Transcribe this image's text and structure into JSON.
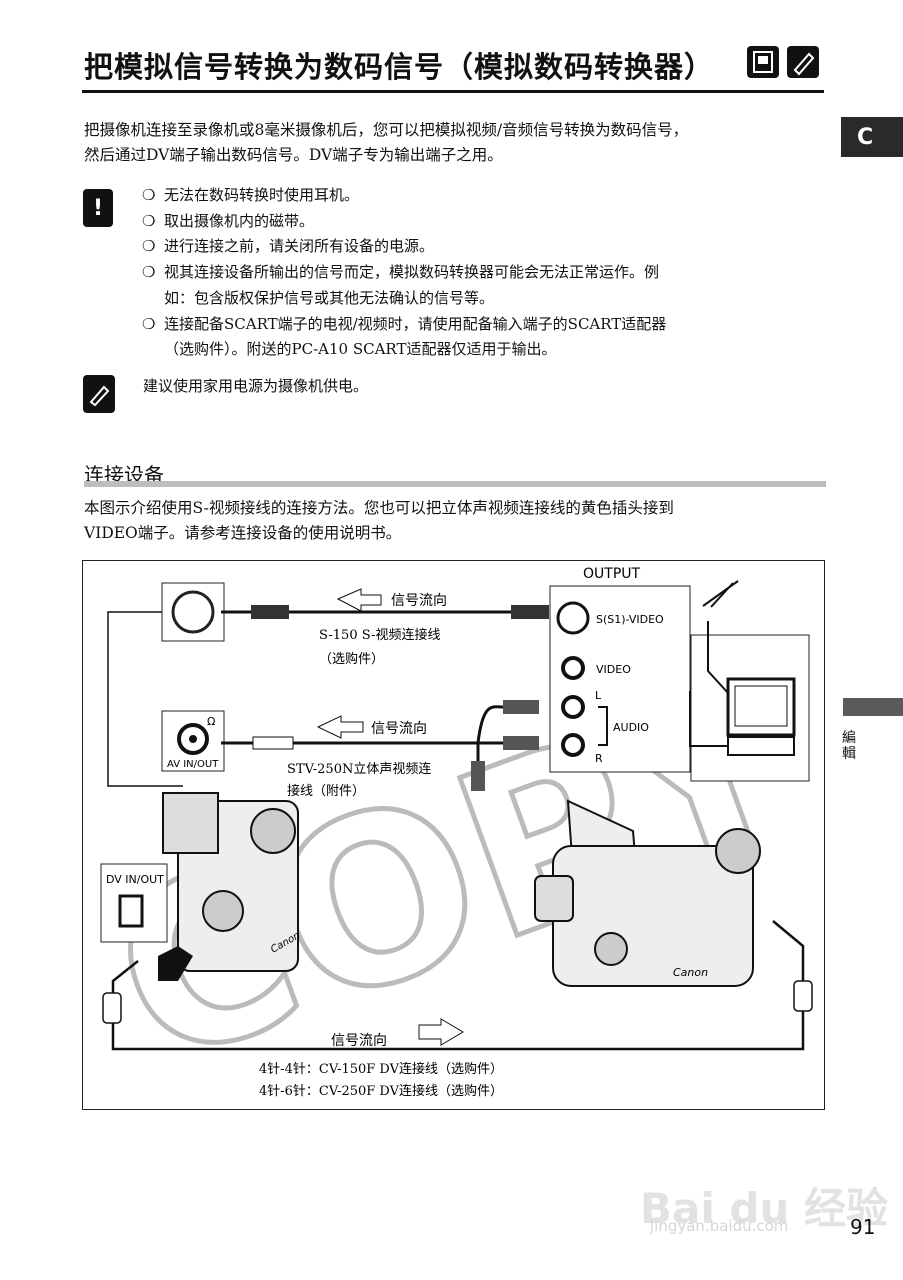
{
  "page": {
    "title": "把模拟信号转换为数码信号（模拟数码转换器）",
    "side_tab": "C",
    "side_vertical": "編輯",
    "intro": [
      "把摄像机连接至录像机或8毫米摄像机后，您可以把模拟视频/音频信号转换为数码信号，",
      "然后通过DV端子输出数码信号。DV端子专为输出端子之用。"
    ],
    "cautions": [
      "无法在数码转换时使用耳机。",
      "取出摄像机内的磁带。",
      "进行连接之前，请关闭所有设备的电源。",
      "视其连接设备所输出的信号而定，模拟数码转换器可能会无法正常运作。例",
      "如：包含版权保护信号或其他无法确认的信号等。",
      "连接配备SCART端子的电视/视频时，请使用配备输入端子的SCART适配器",
      "（选购件）。附送的PC-A10 SCART适配器仅适用于输出。"
    ],
    "note": "建议使用家用电源为摄像机供电。",
    "section_title": "连接设备",
    "section_text": [
      "本图示介绍使用S-视频接线的连接方法。您也可以把立体声视频连接线的黄色插头接到",
      "VIDEO端子。请参考连接设备的使用说明书。"
    ],
    "page_number": "91",
    "watermark": "Bai du 经验",
    "watermark_url": "jingyan.baidu.com"
  },
  "diagram": {
    "output_label": "OUTPUT",
    "s_video_port": "S(S1)-VIDEO",
    "video_port": "VIDEO",
    "audio_label": "AUDIO",
    "audio_l": "L",
    "audio_r": "R",
    "av_in_out": "AV IN/OUT",
    "dv_in_out": "DV IN/OUT",
    "flow1": "信号流向",
    "flow2": "信号流向",
    "flow3": "信号流向",
    "cable_s150_1": "S-150 S-视频连接线",
    "cable_s150_2": "（选购件）",
    "cable_stv_1": "STV-250N立体声视频连",
    "cable_stv_2": "接线（附件）",
    "dv_cable_1": "4针-4针：CV-150F DV连接线（选购件）",
    "dv_cable_2": "4针-6针：CV-250F DV连接线（选购件）",
    "brand": "Canon",
    "copy_watermark": "COPY"
  }
}
